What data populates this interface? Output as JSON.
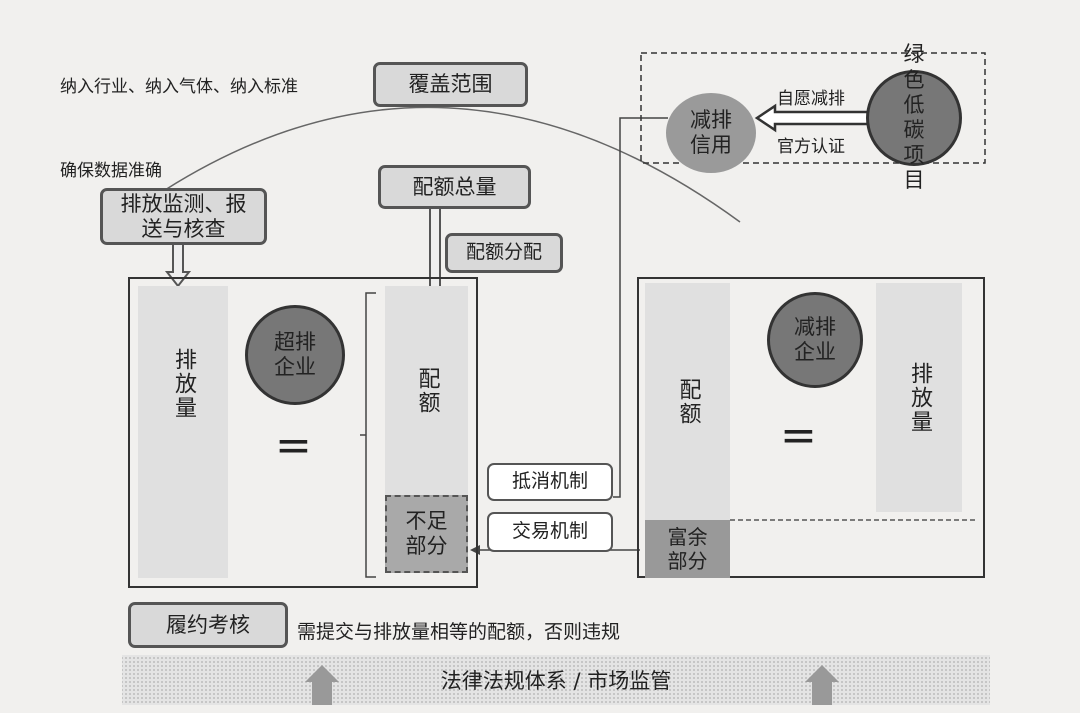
{
  "top_note": "纳入行业、纳入气体、纳入标准",
  "coverage": "覆盖范围",
  "data_note": "确保数据准确",
  "mrv": "排放监测、报送与核查",
  "quota_total": "配额总量",
  "quota_alloc": "配额分配",
  "over_emitter": {
    "circle": "超排企业",
    "emission": "排放量",
    "quota": "配额",
    "shortfall": "不足部分",
    "equals": "="
  },
  "offset": "抵消机制",
  "trading": "交易机制",
  "reducer": {
    "circle": "减排企业",
    "quota": "配额",
    "emission": "排放量",
    "surplus": "富余部分",
    "equals": "="
  },
  "credit": {
    "credit_circle": "减排信用",
    "project_circle": "绿色低碳项目",
    "voluntary": "自愿减排",
    "certified": "官方认证"
  },
  "compliance": {
    "label": "履约考核",
    "note": "需提交与排放量相等的配额，否则违规"
  },
  "foundation": "法律法规体系 / 市场监管"
}
